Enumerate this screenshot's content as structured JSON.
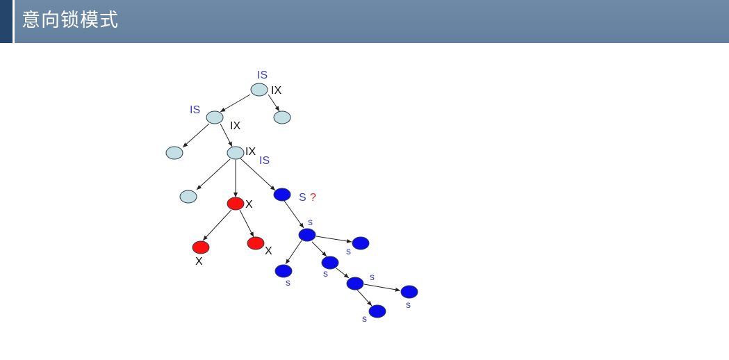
{
  "slide": {
    "title": "意向锁模式"
  },
  "diagram": {
    "colors": {
      "intention_node": "#c4e0e4",
      "exclusive_node": "#ff1010",
      "shared_node": "#0b0bee",
      "intention_label": "#3c3ccf",
      "x_label": "#111111",
      "question": "#e02020",
      "edge": "#222222"
    },
    "labels": {
      "root_is": "IS",
      "root_ix": "IX",
      "l1_is": "IS",
      "l1_ix": "IX",
      "l2_ix": "IX",
      "l2_is": "IS",
      "red_top_x": "X",
      "red_left_x": "X",
      "red_right_x": "X",
      "blue_top_s": "S",
      "question_mark": "?",
      "s_main": "s",
      "s_right1": "s",
      "s_left_bottom": "s",
      "s_mid": "s",
      "s_deep": "s",
      "s_right_deep": "s",
      "s_bottom": "s"
    }
  }
}
